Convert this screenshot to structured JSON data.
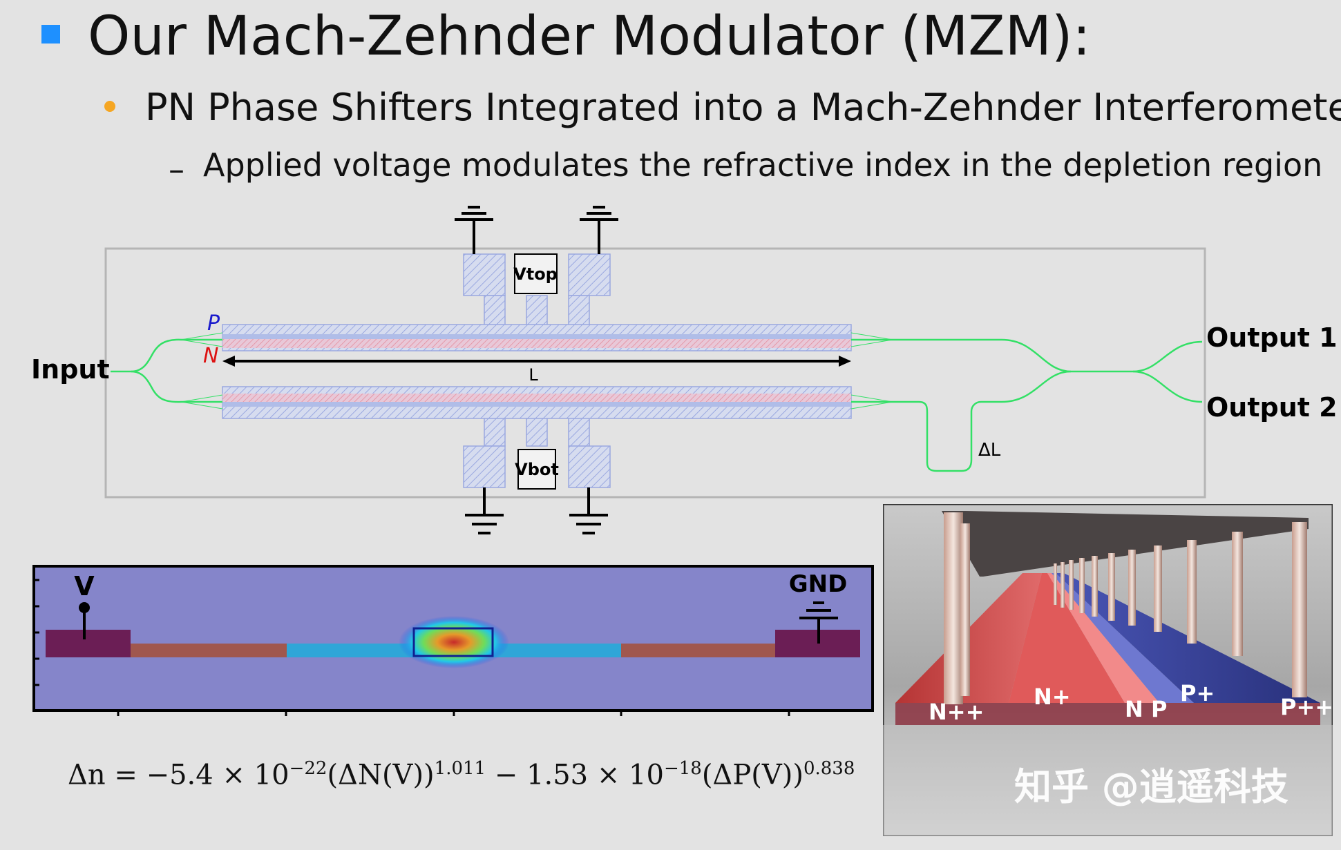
{
  "slide": {
    "title": "Our Mach-Zehnder Modulator (MZM):",
    "bullet_1": "PN Phase Shifters Integrated into a Mach-Zehnder Interferometer",
    "bullet_2_dash": "–",
    "bullet_2": "Applied voltage modulates the refractive index in the depletion region"
  },
  "mzm_diagram": {
    "input": "Input",
    "output_1": "Output 1",
    "output_2": "Output 2",
    "vtop": "Vtop",
    "vbot": "Vbot",
    "p_label": "P",
    "n_label": "N",
    "length_label": "L",
    "delta_length_label": "ΔL"
  },
  "cross_section": {
    "v_label": "V",
    "gnd_label": "GND"
  },
  "equation": {
    "lhs": "Δn = ",
    "term1": "−5.4 × 10",
    "exp1": "−22",
    "arg1": "(ΔN(V))",
    "pow1": "1.011",
    "term2": " − 1.53 × 10",
    "exp2": "−18",
    "arg2": "(ΔP(V))",
    "pow2": "0.838"
  },
  "render_3d": {
    "labels": [
      "N++",
      "N+",
      "N",
      "P",
      "P+",
      "P++"
    ],
    "watermark": "知乎 @逍遥科技"
  },
  "colors": {
    "bullet_square": "#1e90ff",
    "bullet_dot": "#f5a623",
    "waveguide": "#33e066",
    "p_color": "#1a1acc",
    "n_color": "#dd1111"
  }
}
